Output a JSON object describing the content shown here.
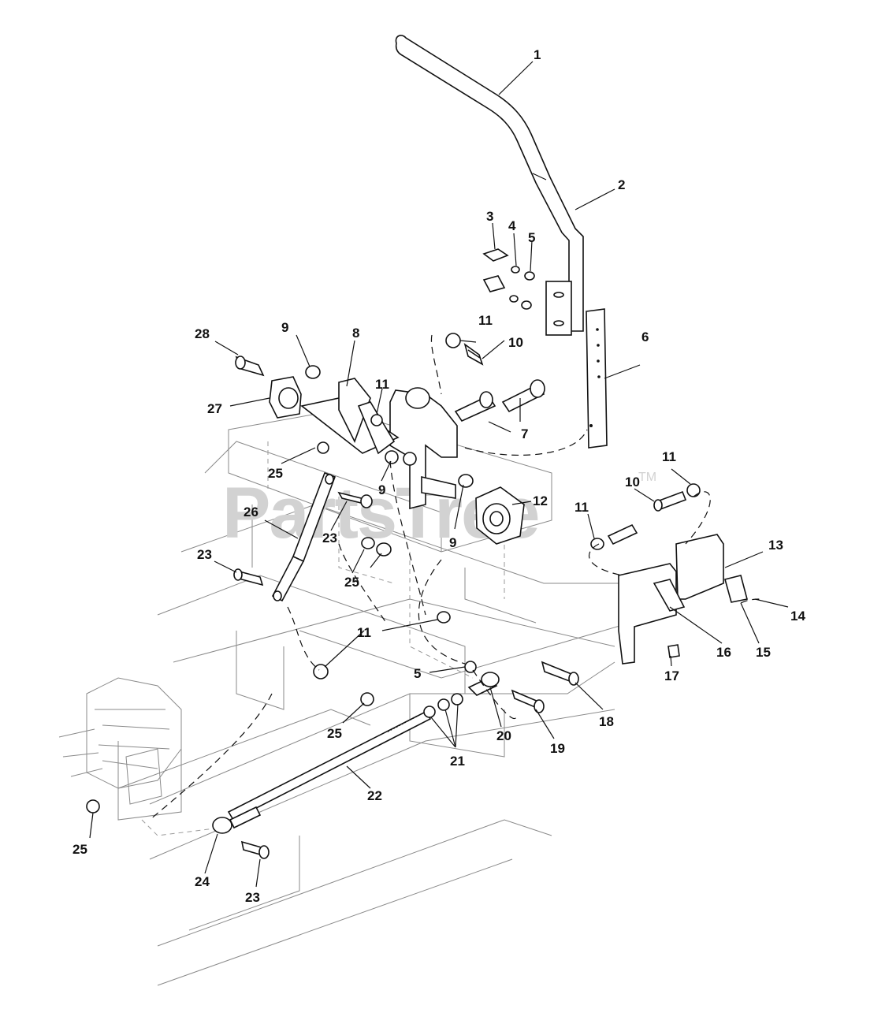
{
  "watermark": {
    "text": "PartsTree",
    "trademark": "TM"
  },
  "callouts": [
    {
      "id": "c1",
      "label": "1"
    },
    {
      "id": "c2",
      "label": "2"
    },
    {
      "id": "c3",
      "label": "3"
    },
    {
      "id": "c4",
      "label": "4"
    },
    {
      "id": "c5a",
      "label": "5"
    },
    {
      "id": "c5b",
      "label": "5"
    },
    {
      "id": "c6",
      "label": "6"
    },
    {
      "id": "c7",
      "label": "7"
    },
    {
      "id": "c8",
      "label": "8"
    },
    {
      "id": "c9a",
      "label": "9"
    },
    {
      "id": "c9b",
      "label": "9"
    },
    {
      "id": "c9c",
      "label": "9"
    },
    {
      "id": "c10a",
      "label": "10"
    },
    {
      "id": "c10b",
      "label": "10"
    },
    {
      "id": "c11a",
      "label": "11"
    },
    {
      "id": "c11b",
      "label": "11"
    },
    {
      "id": "c11c",
      "label": "11"
    },
    {
      "id": "c11d",
      "label": "11"
    },
    {
      "id": "c11e",
      "label": "11"
    },
    {
      "id": "c12",
      "label": "12"
    },
    {
      "id": "c13",
      "label": "13"
    },
    {
      "id": "c14",
      "label": "14"
    },
    {
      "id": "c15",
      "label": "15"
    },
    {
      "id": "c16",
      "label": "16"
    },
    {
      "id": "c17",
      "label": "17"
    },
    {
      "id": "c18",
      "label": "18"
    },
    {
      "id": "c19",
      "label": "19"
    },
    {
      "id": "c20",
      "label": "20"
    },
    {
      "id": "c21",
      "label": "21"
    },
    {
      "id": "c22",
      "label": "22"
    },
    {
      "id": "c23a",
      "label": "23"
    },
    {
      "id": "c23b",
      "label": "23"
    },
    {
      "id": "c23c",
      "label": "23"
    },
    {
      "id": "c24",
      "label": "24"
    },
    {
      "id": "c25a",
      "label": "25"
    },
    {
      "id": "c25b",
      "label": "25"
    },
    {
      "id": "c25c",
      "label": "25"
    },
    {
      "id": "c25d",
      "label": "25"
    },
    {
      "id": "c26",
      "label": "26"
    },
    {
      "id": "c27",
      "label": "27"
    },
    {
      "id": "c28",
      "label": "28"
    }
  ]
}
